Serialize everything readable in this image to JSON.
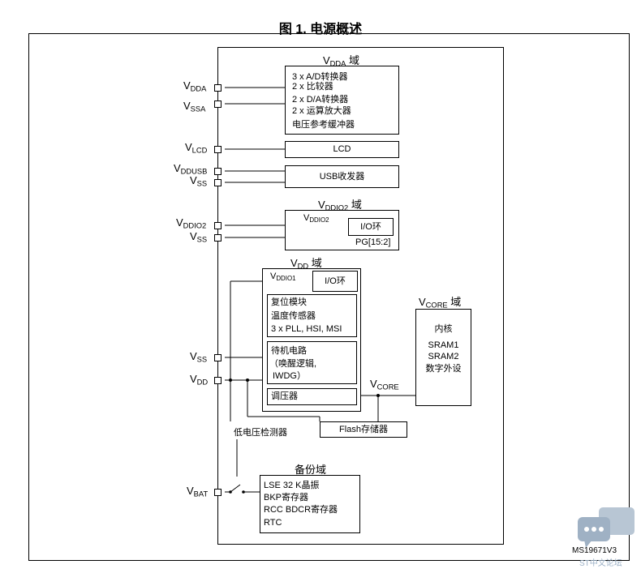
{
  "title": "图 1. 电源概述",
  "pins": {
    "vdda": "V",
    "vdda_sub": "DDA",
    "vssa": "V",
    "vssa_sub": "SSA",
    "vlcd": "V",
    "vlcd_sub": "LCD",
    "vddusb": "V",
    "vddusb_sub": "DDUSB",
    "vss_usb": "V",
    "vss_usb_sub": "SS",
    "vddio2": "V",
    "vddio2_sub": "DDIO2",
    "vss_io2": "V",
    "vss_io2_sub": "SS",
    "vss": "V",
    "vss_sub": "SS",
    "vdd": "V",
    "vdd_sub": "DD",
    "vbat": "V",
    "vbat_sub": "BAT"
  },
  "vdda_domain": {
    "title": "V",
    "title_sub": "DDA",
    "title_suffix": " 域",
    "lines": [
      "3 x A/D转换器",
      "2 x 比较器",
      "2 x D/A转换器",
      "2 x 运算放大器",
      "电压参考缓冲器"
    ]
  },
  "lcd_box": "LCD",
  "usb_box": "USB收发器",
  "vddio2_domain": {
    "title": "V",
    "title_sub": "DDIO2",
    "title_suffix": " 域",
    "inner": "V",
    "inner_sub": "DDIO2",
    "io": "I/O环",
    "pg": "PG[15:2]"
  },
  "vdd_domain": {
    "title": "V",
    "title_sub": "DD",
    "title_suffix": " 域",
    "vddio1": "V",
    "vddio1_sub": "DDIO1",
    "io": "I/O环",
    "reset_block": [
      "复位模块",
      "温度传感器",
      "3 x PLL, HSI, MSI"
    ],
    "standby_block": [
      "待机电路",
      "（唤醒逻辑,",
      "IWDG）"
    ],
    "regulator": "调压器"
  },
  "vcore": {
    "label": "V",
    "label_sub": "CORE"
  },
  "core_domain": {
    "title": "V",
    "title_sub": "CORE",
    "title_suffix": " 域",
    "lines": [
      "内核",
      "SRAM1",
      "SRAM2",
      "数字外设"
    ]
  },
  "flash_box": "Flash存储器",
  "lvd_label": "低电压检测器",
  "backup_domain": {
    "title": "备份域",
    "lines": [
      "LSE 32 K晶振",
      "BKP寄存器",
      "RCC BDCR寄存器",
      "RTC"
    ]
  },
  "figure_code": "MS19671V3",
  "watermark": "ST中文论坛",
  "colors": {
    "line": "#000000",
    "watermark": "#9bb0c6"
  }
}
